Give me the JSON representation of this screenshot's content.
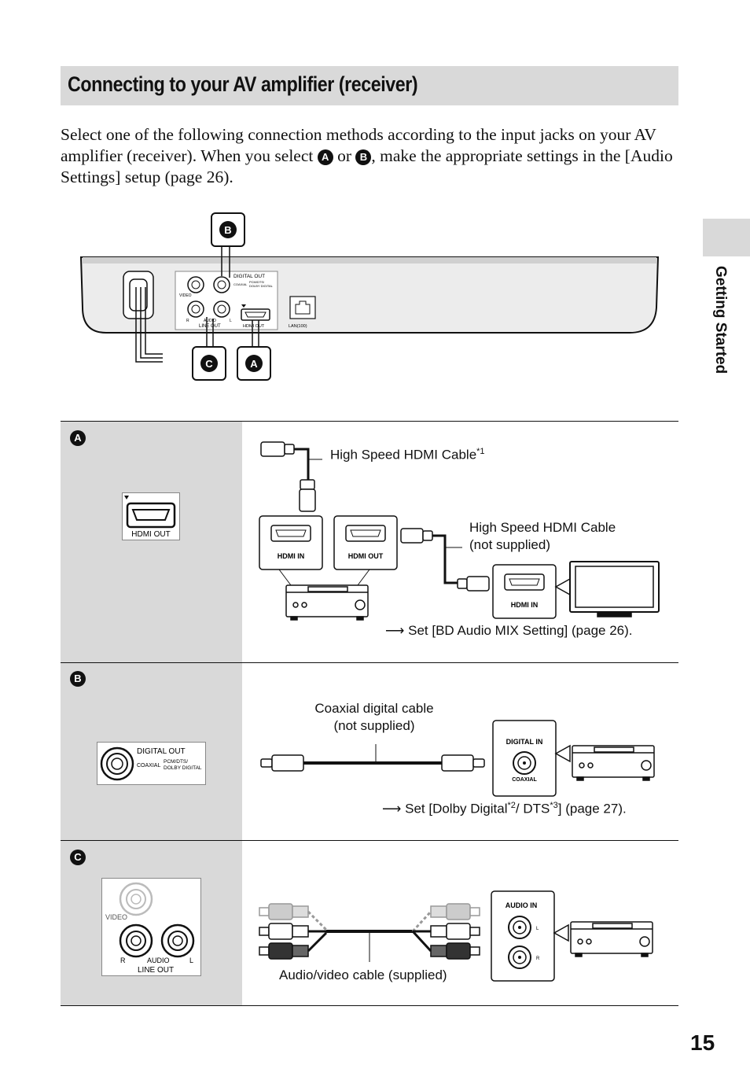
{
  "page": {
    "title": "Connecting to your AV amplifier (receiver)",
    "intro": {
      "part1": "Select one of the following connection methods according to the input jacks on your AV amplifier (receiver). When you select",
      "badge_a": "A",
      "or": "or",
      "badge_b": "B",
      "part2": ", make the appropriate settings in the [Audio Settings] setup (page 26)."
    },
    "side_tab": "Getting Started",
    "page_number": "15"
  },
  "player": {
    "callout_b": "B",
    "callout_c": "C",
    "callout_a": "A",
    "digital_out": "DIGITAL OUT",
    "coaxial": "COAXIAL",
    "pcm_dts": "PCM/DTS/",
    "dolby_digital": "DOLBY DIGITAL",
    "video": "VIDEO",
    "r": "R",
    "audio": "AUDIO",
    "l": "L",
    "line_out": "LINE OUT",
    "hdmi_out": "HDMI OUT",
    "lan": "LAN(100)"
  },
  "rows": {
    "a": {
      "badge": "A",
      "jack_label": "HDMI OUT",
      "cable1": "High Speed HDMI Cable",
      "cable1_sup": "*1",
      "hdmi_in": "HDMI IN",
      "hdmi_out": "HDMI OUT",
      "cable2_line1": "High Speed HDMI Cable",
      "cable2_line2": "(not supplied)",
      "tv_hdmi_in": "HDMI IN",
      "note": "Set [BD Audio MIX Setting] (page 26)."
    },
    "b": {
      "badge": "B",
      "jack_label": "DIGITAL OUT",
      "coaxial": "COAXIAL",
      "pcm_dts": "PCM/DTS/",
      "dolby_digital": "DOLBY DIGITAL",
      "cable_line1": "Coaxial digital cable",
      "cable_line2": "(not supplied)",
      "digital_in": "DIGITAL IN",
      "coaxial_in": "COAXIAL",
      "note_pre": "Set [Dolby Digital",
      "note_sup1": "*2",
      "note_mid": "/ DTS",
      "note_sup2": "*3",
      "note_post": "] (page 27)."
    },
    "c": {
      "badge": "C",
      "video": "VIDEO",
      "r": "R",
      "audio": "AUDIO",
      "l": "L",
      "line_out": "LINE OUT",
      "audio_in": "AUDIO IN",
      "in_l": "L",
      "in_r": "R",
      "cable": "Audio/video cable (supplied)"
    }
  },
  "colors": {
    "panel_gray": "#d9d9d9",
    "ink": "#111111"
  }
}
